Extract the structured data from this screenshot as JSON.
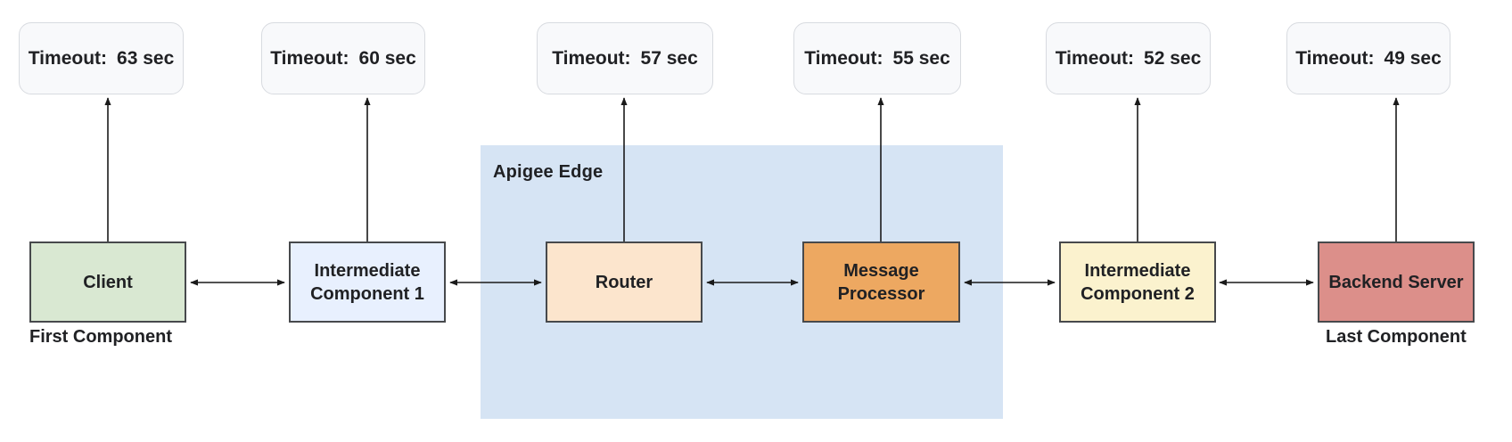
{
  "diagram": {
    "title_hint": "Component timeout configuration diagram",
    "group": {
      "label": "Apigee Edge",
      "bg_color": "#d6e4f4"
    },
    "timeouts": [
      {
        "label": "Timeout:",
        "value": "63 sec"
      },
      {
        "label": "Timeout:",
        "value": "60 sec"
      },
      {
        "label": "Timeout:",
        "value": "57 sec"
      },
      {
        "label": "Timeout:",
        "value": "55 sec"
      },
      {
        "label": "Timeout:",
        "value": "52 sec"
      },
      {
        "label": "Timeout:",
        "value": "49 sec"
      }
    ],
    "components": [
      {
        "label": "Client",
        "caption": "First Component",
        "fill": "#d9e8d2"
      },
      {
        "label": "Intermediate Component 1",
        "fill": "#e8f0fe"
      },
      {
        "label": "Router",
        "fill": "#fce5cd"
      },
      {
        "label": "Message Processor",
        "fill": "#eda861"
      },
      {
        "label": "Intermediate Component 2",
        "fill": "#fbf2ce"
      },
      {
        "label": "Backend Server",
        "caption": "Last Component",
        "fill": "#dc8f8a"
      }
    ],
    "colors": {
      "timeout_fill": "#f8f9fb",
      "timeout_border": "#d8dbe0",
      "box_border": "#47494c",
      "arrow": "#1a1a1a",
      "text": "#202124",
      "apigee_bg": "#d6e4f4"
    }
  }
}
